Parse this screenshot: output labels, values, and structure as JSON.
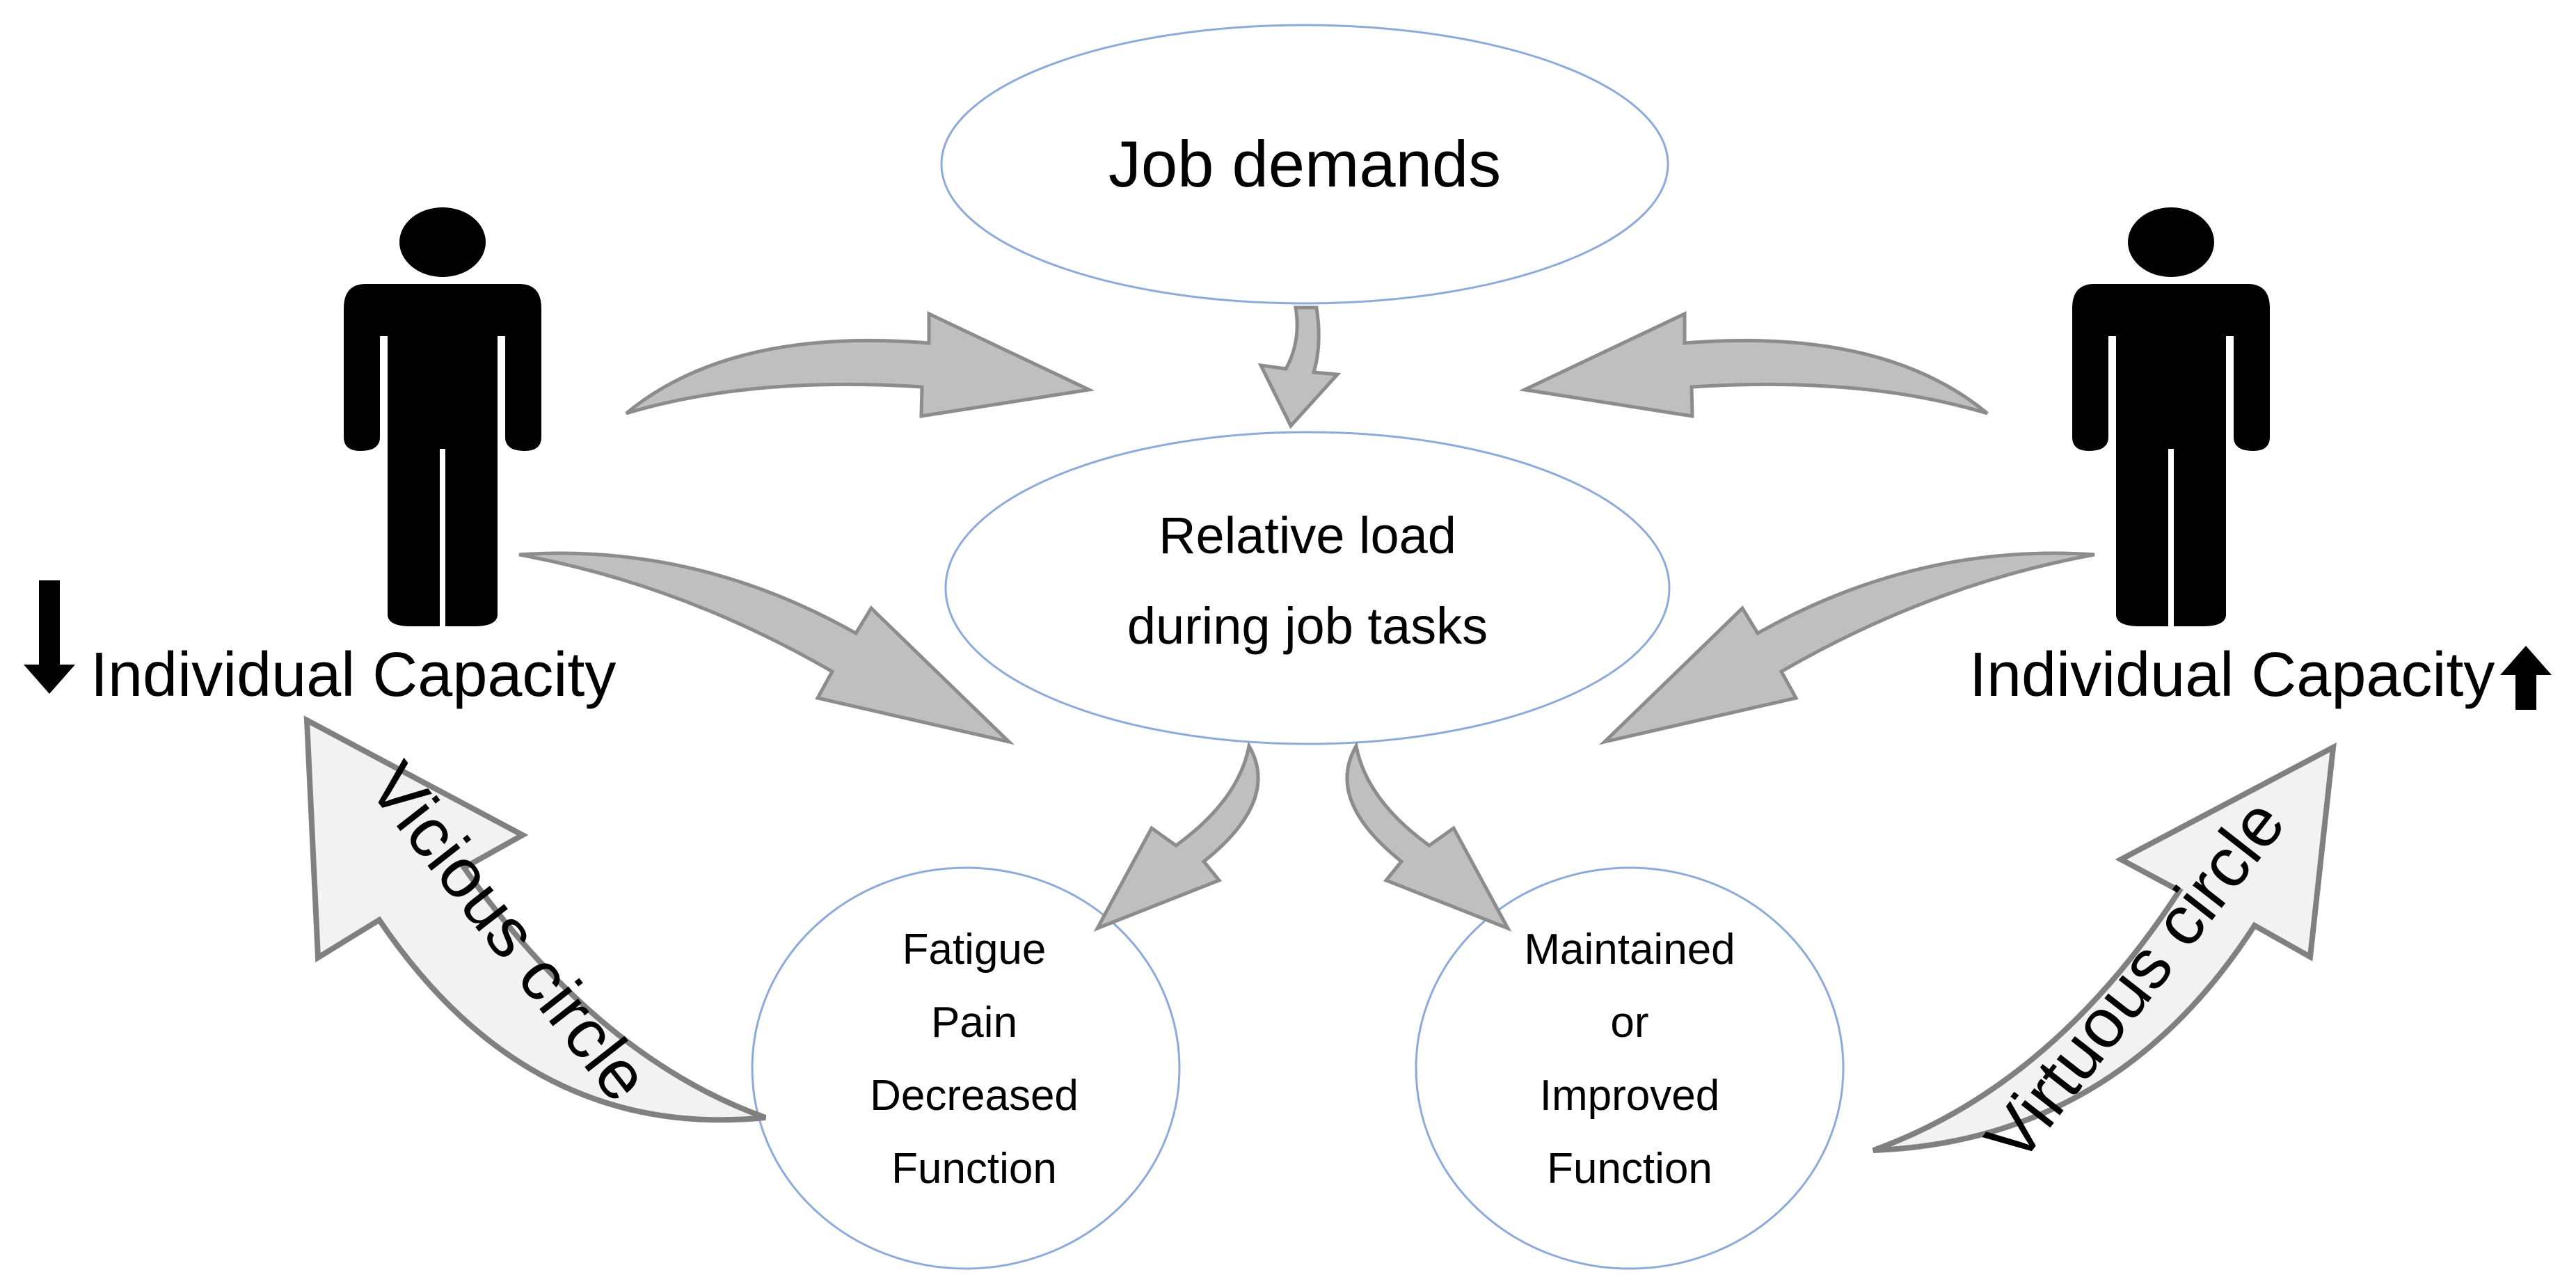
{
  "nodes": {
    "job_demands": "Job demands",
    "relative_load": [
      "Relative load",
      "during job tasks"
    ],
    "negative_outcome": [
      "Fatigue",
      "Pain",
      "Decreased",
      "Function"
    ],
    "positive_outcome": [
      "Maintained",
      "or",
      "Improved",
      "Function"
    ]
  },
  "left_person": {
    "label": "Individual Capacity",
    "trend_icon": "arrow-down-icon"
  },
  "right_person": {
    "label": "Individual Capacity",
    "trend_icon": "arrow-up-icon"
  },
  "loops": {
    "vicious": "Vicious circle",
    "virtuous": "Virtuous circle"
  },
  "colors": {
    "ellipse_stroke": "#8eaadb",
    "arrow_fill": "#bfbfbf",
    "loop_arrow_fill": "#f2f2f2",
    "person": "#000000"
  }
}
